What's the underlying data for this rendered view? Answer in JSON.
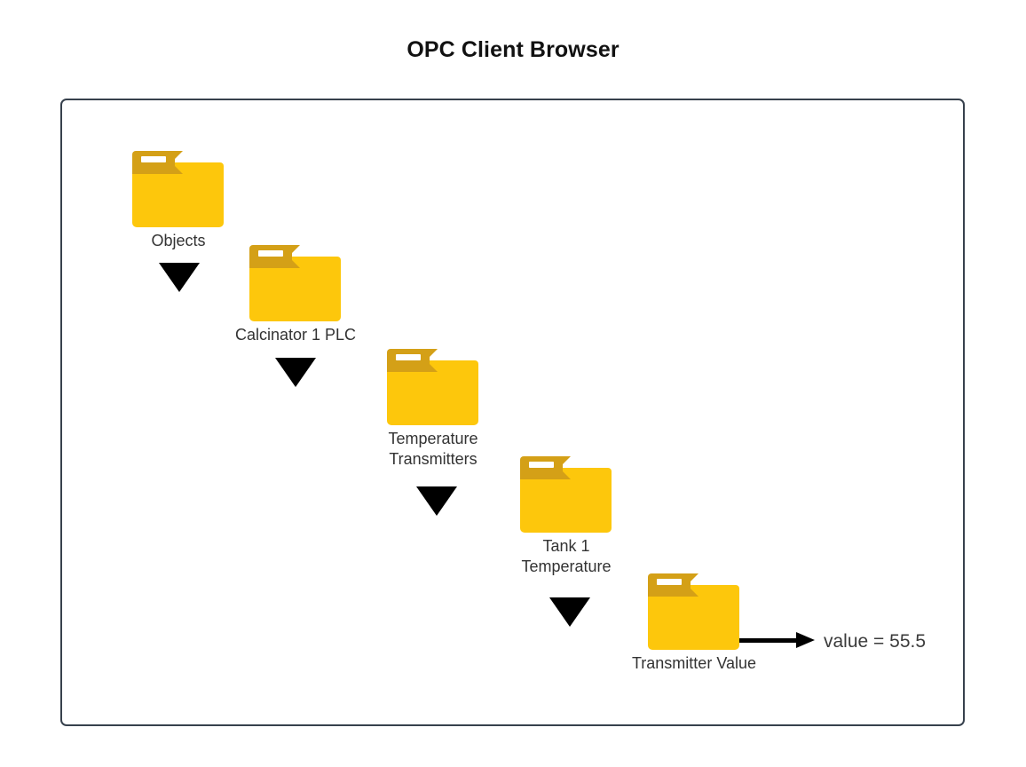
{
  "page": {
    "title": "OPC Client Browser",
    "background_color": "#ffffff"
  },
  "frame": {
    "border_color": "#37414d"
  },
  "colors": {
    "folder_body": "#fdc70c",
    "folder_tab": "#d4a017",
    "folder_slot": "#ffffff",
    "arrow": "#000000",
    "label_text": "#333333",
    "title_text": "#111111"
  },
  "tree": {
    "nodes": [
      {
        "label": "Objects",
        "icon": "folder-icon"
      },
      {
        "label": "Calcinator 1 PLC",
        "icon": "folder-icon"
      },
      {
        "label": "Temperature\nTransmitters",
        "icon": "folder-icon"
      },
      {
        "label": "Tank 1\nTemperature",
        "icon": "folder-icon"
      },
      {
        "label": "Transmitter Value",
        "icon": "folder-icon"
      }
    ],
    "connectors": [
      {
        "icon": "arrow-down-icon"
      },
      {
        "icon": "arrow-down-icon"
      },
      {
        "icon": "arrow-down-icon"
      },
      {
        "icon": "arrow-down-icon"
      }
    ]
  },
  "value_readout": {
    "text": "value = 55.5",
    "icon": "arrow-right-icon"
  }
}
